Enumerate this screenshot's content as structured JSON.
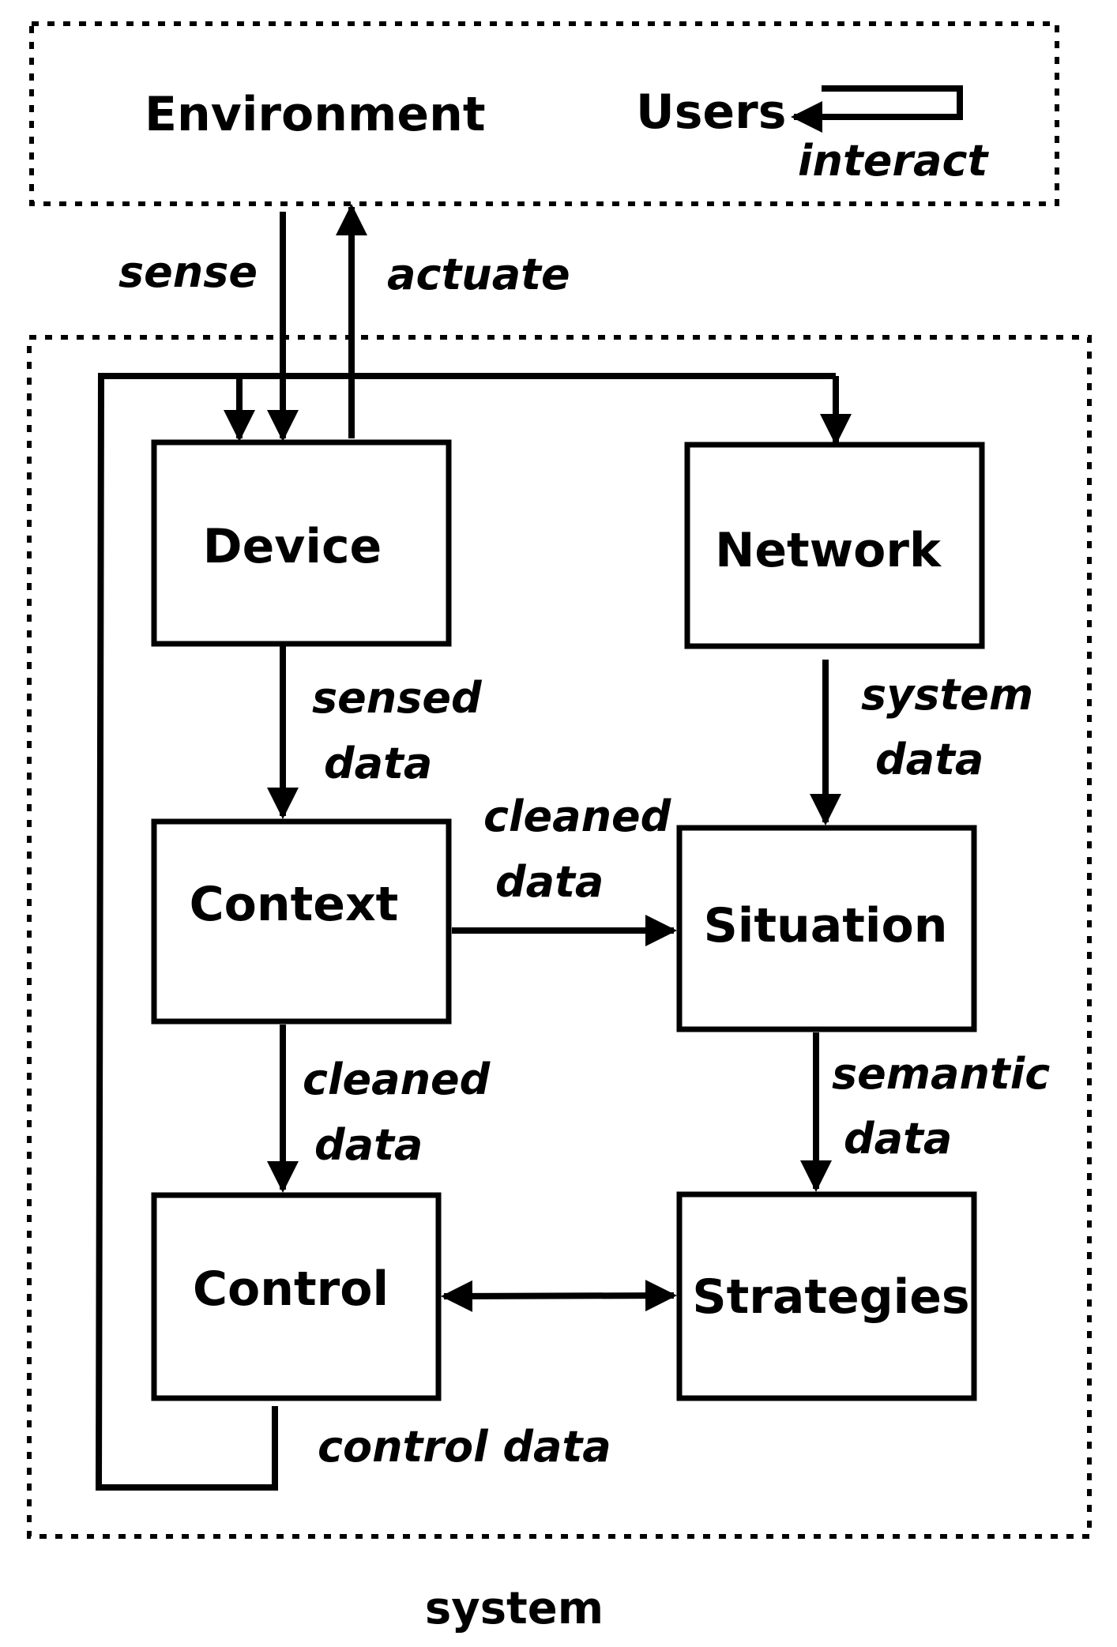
{
  "environment": {
    "title": "Environment",
    "users": "Users",
    "interact": "interact"
  },
  "links": {
    "sense": "sense",
    "actuate": "actuate"
  },
  "boxes": {
    "device": "Device",
    "network": "Network",
    "context": "Context",
    "situation": "Situation",
    "control": "Control",
    "strategies": "Strategies"
  },
  "edges": {
    "sensed_data": [
      "sensed",
      "data"
    ],
    "system_data": [
      "system",
      "data"
    ],
    "cleaned_data_right": [
      "cleaned",
      "data"
    ],
    "cleaned_data_down": [
      "cleaned",
      "data"
    ],
    "semantic_data": [
      "semantic",
      "data"
    ],
    "control_data": "control data"
  },
  "system_label": "system"
}
